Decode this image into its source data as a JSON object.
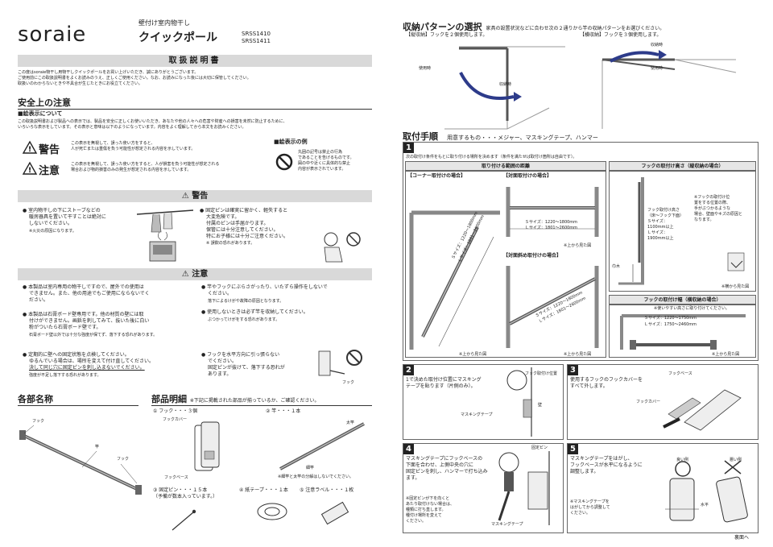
{
  "brand": {
    "logo_text": "soraie"
  },
  "product": {
    "subtitle": "壁付け室内物干し",
    "name": "クイックポール",
    "model1": "SRSS1410",
    "model2": "SRSS1411"
  },
  "manual_title": "取扱説明書",
  "intro": [
    "この度はsoraie物干し用物干しクイックポールをお買い上げいただき、誠にありがとうございます。",
    "ご使用前にこの取扱説明書をよくお読みのうえ、正しくご使用ください。なお、お読みになった後には大切に保管してください。",
    "取扱いのわからないときや不具合が生じたときにお役立てください。"
  ],
  "safety": {
    "heading": "安全上の注意",
    "pictogram_heading": "■絵表示について",
    "pictogram_desc": [
      "この取扱説明書および製品への表示では、製品を安全に正しくお使いいただき、あなたや他の人々への危害や財産への損害を未然に防止するために、",
      "いろいろな表示をしています。その表示と意味は以下のようになっています。内容をよく理解してから本文をお読みください。"
    ],
    "warning_label": "警告",
    "warning_desc": [
      "この表示を無視して、誤った使い方をすると、",
      "人が死亡または重傷を負う可能性が想定される内容を示しています。"
    ],
    "caution_label": "注意",
    "caution_desc": [
      "この表示を無視して、誤った使い方をすると、人が損害を負う可能性が想定される",
      "場合および物的損害のみの発生が想定される内容を示しています。"
    ],
    "example_heading": "■絵表示の例",
    "example_desc": [
      "丸囲の記号は禁止の行為",
      "であることを告げるものです。",
      "図の中や近くに具体的な禁止",
      "内容が表示されています。"
    ]
  },
  "warning_section": {
    "title": "警告",
    "item1": [
      "室内物干しの下にストーブなどの",
      "暖房器具を置いて干すことは絶対に",
      "しないでください。"
    ],
    "item1_note": "※火災の原因になります。",
    "item2": [
      "固定ピンは確実に留かく、軽失すると",
      "大変危険です。",
      "付属のピンは手届かります。",
      "保管には十分注意してください。",
      "特にお子様には十分ご注意ください。"
    ],
    "item2_note": "※ 誤飲の恐れがあります。"
  },
  "caution_section": {
    "title": "注意",
    "left": [
      {
        "text": [
          "本製品は室内専用の物干しですので、屋外での使用は",
          "できません。また、他の用途でもご使用にならないでく",
          "ださい。"
        ],
        "note": ""
      },
      {
        "text": [
          "本製品は石膏ボード壁専用です。他の材質の壁には取",
          "付けができません。画鋲を刺してみて、抜いた後に白い",
          "粉がついたら石膏ボード壁です。"
        ],
        "note": "石膏ボード壁以外では十分な強度が保てず、落下する恐れがあります。"
      },
      {
        "text": [
          "定期的に壁への固定状態を点検してください。",
          "ゆるんでいる場合は、場所を変えて付け直してください。",
          "決して同じ穴に固定ピンを刺し込まないでください。"
        ],
        "note": "強度が不足し落下する恐れがあります。"
      }
    ],
    "right": [
      {
        "text": [
          "竿やフックにぶらさがったり、いたずら操作をしないで",
          "ください。"
        ],
        "note": "落下によるけがや故障の原因となります。"
      },
      {
        "text": [
          "使用しないときは必ず竿を収納してください。"
        ],
        "note": "ぶつかってけがをする恐れがあります。"
      },
      {
        "text": [
          "フックを水平方向に引っ張らない",
          "でください。",
          "固定ピンが抜けて、落下する恐れが",
          "あります。"
        ],
        "note": ""
      }
    ],
    "hook_label": "フック"
  },
  "parts_names": {
    "heading": "各部名称",
    "hook": "フック",
    "pole": "竿",
    "hook2": "フック"
  },
  "parts_list": {
    "heading": "部品明細",
    "note": "※下記に掲載された部品が揃っているか、ご確認ください。",
    "item1": "① フック・・・３個",
    "item1_cover": "フックカバー",
    "item1_base": "フックベース",
    "item2": "② 竿・・・１本",
    "item2_thick": "太竿",
    "item2_thin": "細竿",
    "item2_note": "※細竿と太竿の分解はしないでください。",
    "item3": "③ 固定ピン・・・１５本",
    "item3_sub": "（予備が数本入っています。）",
    "item4": "④ 紙テープ・・・１本",
    "item5": "⑤ 注意ラベル・・・１枚"
  },
  "storage": {
    "heading": "収納パターンの選択",
    "desc": "家具の設置状況などに合わせ次の２通りから竿の収納パターンをお選びください。",
    "pattern1": "【縦収納】フックを２個使用します。",
    "pattern1_use": "使用時",
    "pattern1_store": "収納時",
    "pattern2": "【横収納】フックを３個使用します。",
    "pattern2_store": "収納時",
    "pattern2_use": "使用時"
  },
  "procedure": {
    "heading": "取付手順",
    "tools": "用意するもの・・・メジャー、マスキングテープ、ハンマー",
    "step1_num": "1",
    "step1_desc": "次の取付け条件をもとに取り付ける場所を決めます（条件を満たせば取付け箇所は自由です）。",
    "range_title": "取り付ける範囲の距離",
    "corner_label": "【コーナー取付けの場合】",
    "opposite_label": "【対面取付けの場合】",
    "diag_label": "【対面斜め取付けの場合】",
    "s_size": "Ｓサイズ：1220～1800mm",
    "l_size": "Ｌサイズ：1801～2600mm",
    "from_top": "※上から見た図",
    "hook_height_title": "フックの取付け高さ（縦収納の場合）",
    "hook_height_desc": [
      "フック取付け高さ",
      "（床～フック下面）",
      "Ｓサイズ：",
      "1100mm以上",
      "Ｌサイズ：",
      "1900mm以上"
    ],
    "hook_height_note": [
      "※フックの取付け位",
      "置をする位置の際、",
      "手がぶつかるような",
      "場合、壁面やキズの原因と",
      "なります。"
    ],
    "baseboard": "巾木",
    "from_side": "※横から見た図",
    "hook_width_title": "フックの取付け幅（横収納の場合）",
    "hook_width_note": "※使いやすい高さに取り付けてください。",
    "w_s": "Ｓサイズ：1220～1750mm",
    "w_l": "Ｌサイズ：1750～2460mm",
    "step2_num": "2",
    "step2_desc": [
      "1で決めた取付け位置にマスキング",
      "テープを貼ります（片側のみ）。"
    ],
    "step2_hook_pos": "フック取付け位置",
    "step2_wall": "壁",
    "step2_tape": "マスキングテープ",
    "step3_num": "3",
    "step3_desc": [
      "使用するフックのフックカバーを",
      "すべて外します。"
    ],
    "step3_base": "フックベース",
    "step3_cover": "フックカバー",
    "step4_num": "4",
    "step4_desc": [
      "マスキングテープにフックベースの",
      "下面を合わせ、上側中央の穴に",
      "固定ピンを刺し、ハンマーで打ち込み",
      "ます。"
    ],
    "step4_pin": "固定ピン",
    "step4_note": [
      "※固定ピンが下を向くと",
      "あたり取付けない場合は、",
      "種類に打ち直します。",
      "種付け場所を変えて",
      "ください。"
    ],
    "step4_tape": "マスキングテープ",
    "step5_num": "5",
    "step5_desc": [
      "マスキングテープをはがし、",
      "フックベースが水平になるように",
      "調整します。"
    ],
    "step5_good": "良い例",
    "step5_bad": "悪い例",
    "step5_horizontal": "水平",
    "step5_note": [
      "※マスキングテープを",
      "はがしてから調整して",
      "ください。"
    ],
    "next_page": "裏面へ"
  }
}
